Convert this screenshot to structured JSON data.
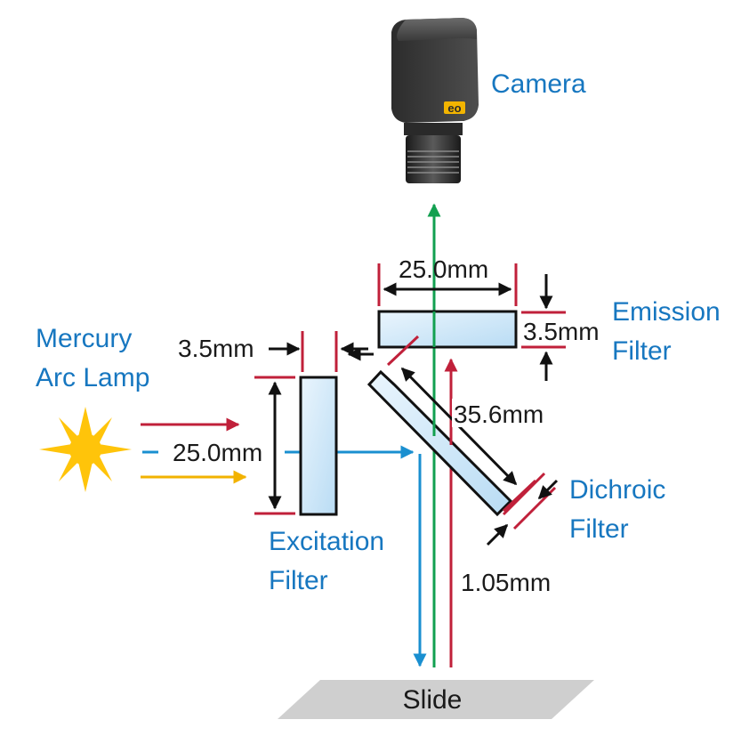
{
  "labels": {
    "camera": "Camera",
    "emission_line1": "Emission",
    "emission_line2": "Filter",
    "lamp_line1": "Mercury",
    "lamp_line2": "Arc Lamp",
    "excitation_line1": "Excitation",
    "excitation_line2": "Filter",
    "dichroic_line1": "Dichroic",
    "dichroic_line2": "Filter",
    "slide": "Slide",
    "camera_logo": "eo"
  },
  "dimensions": {
    "emission_width": "25.0mm",
    "emission_thickness": "3.5mm",
    "excitation_thickness": "3.5mm",
    "excitation_width": "25.0mm",
    "dichroic_length": "35.6mm",
    "dichroic_thickness": "1.05mm"
  },
  "colors": {
    "label": "#1777c0",
    "dimension_text": "#1a1a1a",
    "dimension_tick": "#c0203a",
    "ray_red": "#c0203a",
    "ray_blue": "#1a8fd0",
    "ray_yellow": "#f2b200",
    "ray_green": "#12a050",
    "filter_fill": "#cfe7f7",
    "lamp": "#ffc40a",
    "slide": "#cfcfcf",
    "camera_logo": "#f2b400"
  },
  "icons": {
    "lamp": "sun-burst-icon",
    "camera": "camera-icon"
  }
}
